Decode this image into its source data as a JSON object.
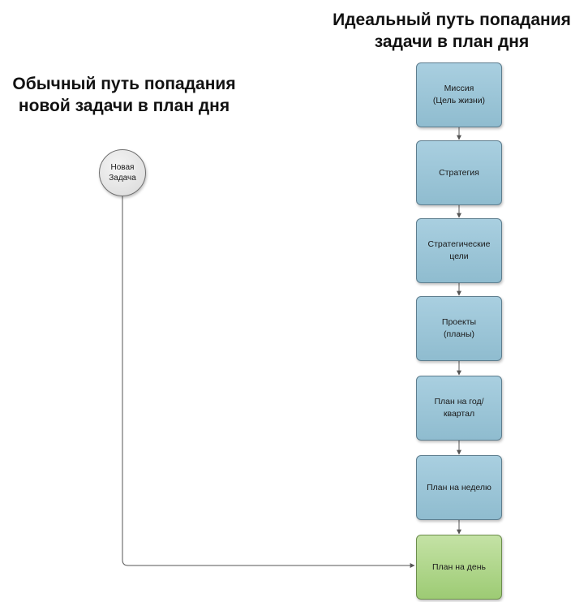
{
  "left": {
    "title_lines": [
      "Обычный путь попадания",
      "новой задачи в план дня"
    ],
    "start_node": {
      "lines": [
        "Новая",
        "Задача"
      ]
    }
  },
  "right": {
    "title_lines": [
      "Идеальный путь попадания",
      "задачи в план дня"
    ],
    "steps": [
      {
        "lines": [
          "Миссия",
          "(Цель жизни)"
        ]
      },
      {
        "lines": [
          "Стратегия"
        ]
      },
      {
        "lines": [
          "Стратегические",
          "цели"
        ]
      },
      {
        "lines": [
          "Проекты",
          "(планы)"
        ]
      },
      {
        "lines": [
          "План на год/",
          "квартал"
        ]
      },
      {
        "lines": [
          "План на неделю"
        ]
      },
      {
        "lines": [
          "План на день"
        ]
      }
    ]
  },
  "colors": {
    "step_fill": "#9fc7da",
    "final_fill": "#b3d88f",
    "connector": "#555555"
  }
}
